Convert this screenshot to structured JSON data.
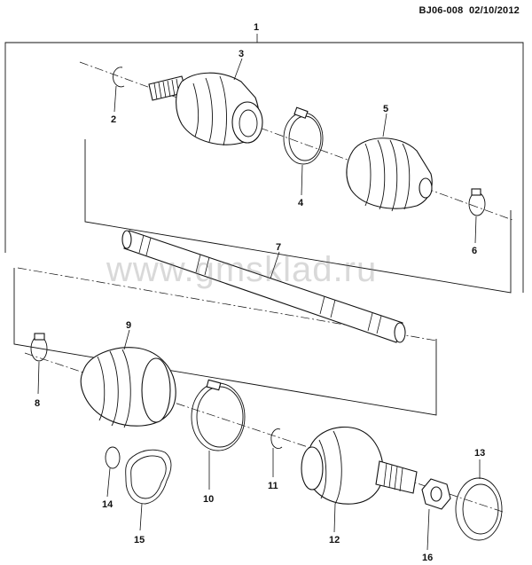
{
  "document_id": "BJ06-008",
  "document_date": "02/10/2012",
  "watermark": "www.gmsklad.ru",
  "callouts": [
    "1",
    "2",
    "3",
    "4",
    "5",
    "6",
    "7",
    "8",
    "9",
    "10",
    "11",
    "12",
    "13",
    "14",
    "15",
    "16"
  ]
}
